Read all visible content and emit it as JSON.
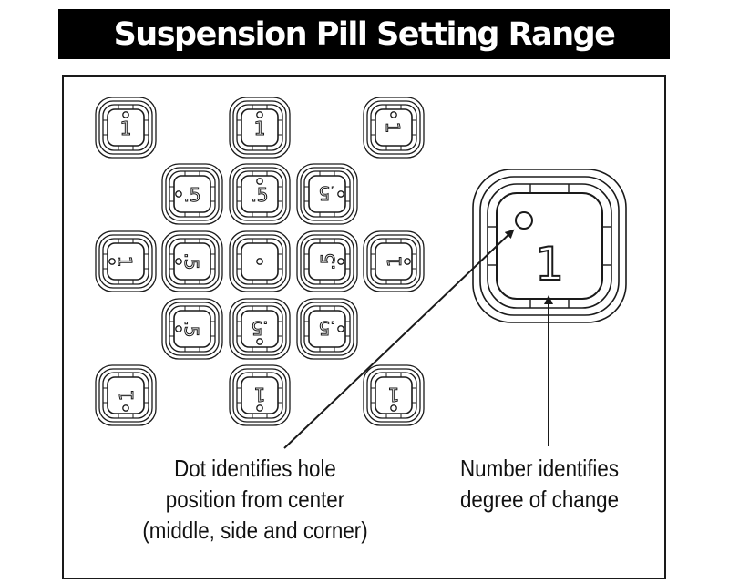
{
  "title": "Suspension Pill Setting Range",
  "captions": {
    "dot": [
      "Dot identifies hole",
      "position from center",
      "(middle, side and corner)"
    ],
    "number": [
      "Number identifies",
      "degree of change"
    ]
  },
  "large_pill": {
    "label": "1"
  },
  "pills": [
    {
      "label": "1",
      "dot": "up",
      "rotation": 0,
      "kind": "corner"
    },
    {
      "label": "1",
      "dot": "up",
      "rotation": 0,
      "kind": "side"
    },
    {
      "label": "1",
      "dot": "up",
      "rotation": 90,
      "kind": "corner"
    },
    {
      "label": ".5",
      "dot": "left",
      "rotation": 0,
      "kind": "corner"
    },
    {
      "label": ".5",
      "dot": "up",
      "rotation": 0,
      "kind": "middle"
    },
    {
      "label": ".5",
      "dot": "right",
      "rotation": 180,
      "kind": "corner"
    },
    {
      "label": "1",
      "dot": "left",
      "rotation": 90,
      "kind": "side"
    },
    {
      "label": ".5",
      "dot": "left",
      "rotation": 90,
      "kind": "middle"
    },
    {
      "label": "",
      "dot": "center",
      "rotation": 0,
      "kind": "center"
    },
    {
      "label": ".5",
      "dot": "right",
      "rotation": 270,
      "kind": "middle"
    },
    {
      "label": "1",
      "dot": "right",
      "rotation": 270,
      "kind": "side"
    },
    {
      "label": ".5",
      "dot": "left",
      "rotation": 90,
      "kind": "corner"
    },
    {
      "label": ".5",
      "dot": "down",
      "rotation": 180,
      "kind": "middle"
    },
    {
      "label": ".5",
      "dot": "right",
      "rotation": 180,
      "kind": "corner"
    },
    {
      "label": "1",
      "dot": "down",
      "rotation": 270,
      "kind": "corner"
    },
    {
      "label": "1",
      "dot": "down",
      "rotation": 180,
      "kind": "side"
    },
    {
      "label": "1",
      "dot": "down",
      "rotation": 180,
      "kind": "corner"
    }
  ],
  "colors": {
    "ink": "#1a1a1a",
    "title_bg": "#000000",
    "title_fg": "#ffffff"
  }
}
